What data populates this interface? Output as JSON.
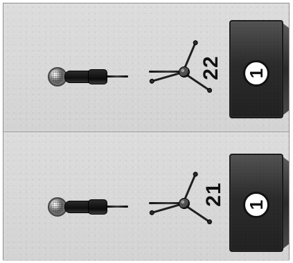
{
  "panels": [
    {
      "count": "22",
      "speaker_label": "1",
      "mic_icon": "microphone-icon",
      "speaker_icon": "speaker-icon"
    },
    {
      "count": "21",
      "speaker_label": "1",
      "mic_icon": "microphone-icon",
      "speaker_icon": "speaker-icon"
    }
  ]
}
